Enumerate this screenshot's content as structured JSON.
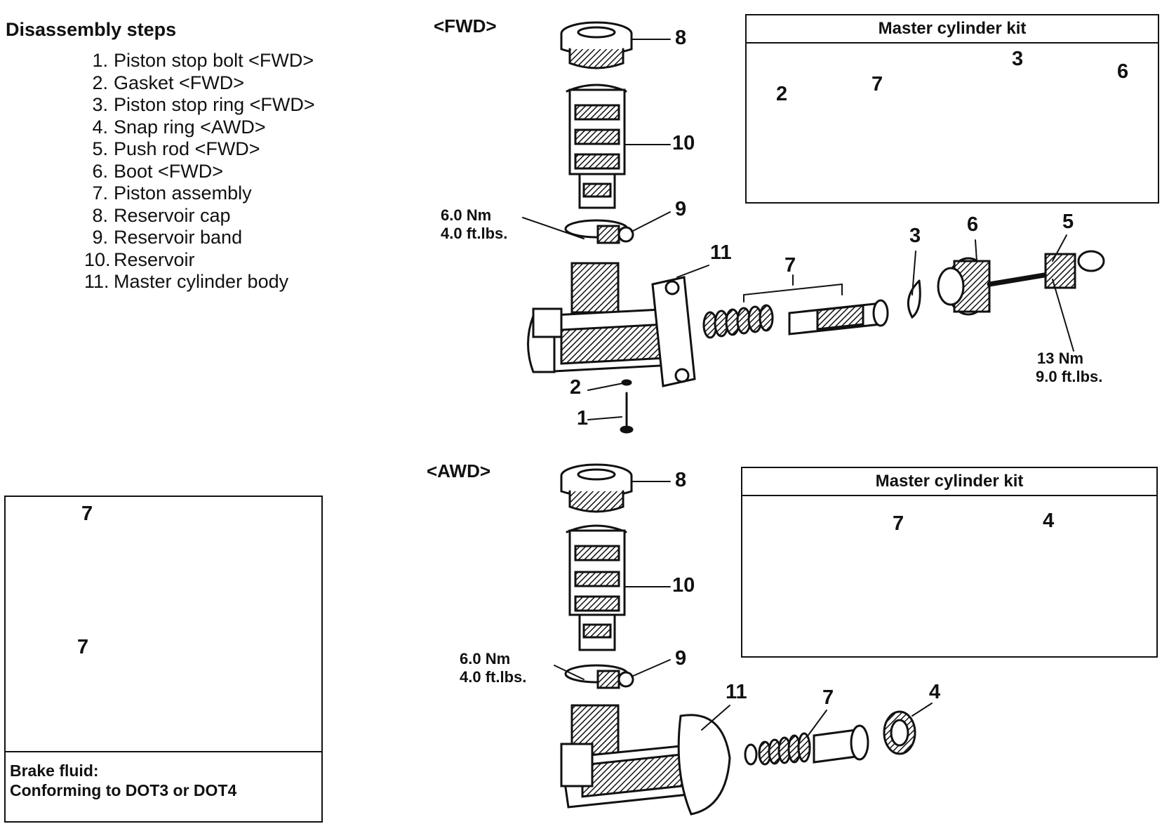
{
  "disassembly": {
    "title": "Disassembly steps",
    "steps": [
      {
        "num": "1.",
        "text": "Piston stop bolt <FWD>"
      },
      {
        "num": "2.",
        "text": "Gasket <FWD>"
      },
      {
        "num": "3.",
        "text": "Piston stop ring <FWD>"
      },
      {
        "num": "4.",
        "text": "Snap ring <AWD>"
      },
      {
        "num": "5.",
        "text": "Push rod <FWD>"
      },
      {
        "num": "6.",
        "text": "Boot <FWD>"
      },
      {
        "num": "7.",
        "text": "Piston assembly"
      },
      {
        "num": "8.",
        "text": "Reservoir cap"
      },
      {
        "num": "9.",
        "text": "Reservoir band"
      },
      {
        "num": "10.",
        "text": "Reservoir"
      },
      {
        "num": "11.",
        "text": "Master cylinder body"
      }
    ]
  },
  "fwd": {
    "label": "<FWD>",
    "kit_title": "Master cylinder kit",
    "torque_band": {
      "nm": "6.0 Nm",
      "ftlb": "4.0 ft.lbs."
    },
    "torque_pushrod": {
      "nm": "13 Nm",
      "ftlb": "9.0 ft.lbs."
    },
    "callouts": [
      "8",
      "10",
      "9",
      "11",
      "7",
      "3",
      "6",
      "5",
      "2",
      "1"
    ],
    "kit_callouts": [
      "2",
      "7",
      "3",
      "6"
    ]
  },
  "awd": {
    "label": "<AWD>",
    "kit_title": "Master cylinder kit",
    "torque_band": {
      "nm": "6.0 Nm",
      "ftlb": "4.0 ft.lbs."
    },
    "callouts": [
      "8",
      "10",
      "9",
      "11",
      "7",
      "4"
    ],
    "kit_callouts": [
      "7",
      "4"
    ]
  },
  "lubrication": {
    "callouts": [
      "7",
      "7"
    ],
    "fluid_line1": "Brake fluid:",
    "fluid_line2": "Conforming to DOT3 or DOT4"
  }
}
